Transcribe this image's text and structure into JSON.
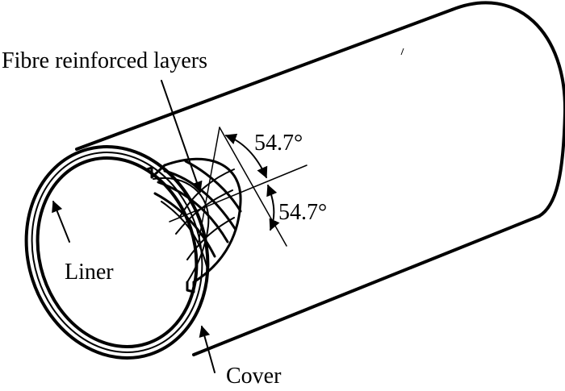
{
  "diagram": {
    "labels": {
      "fibre_layers": "Fibre reinforced layers",
      "liner": "Liner",
      "cover": "Cover",
      "angle_upper": "54.7°",
      "angle_lower": "54.7°"
    }
  }
}
